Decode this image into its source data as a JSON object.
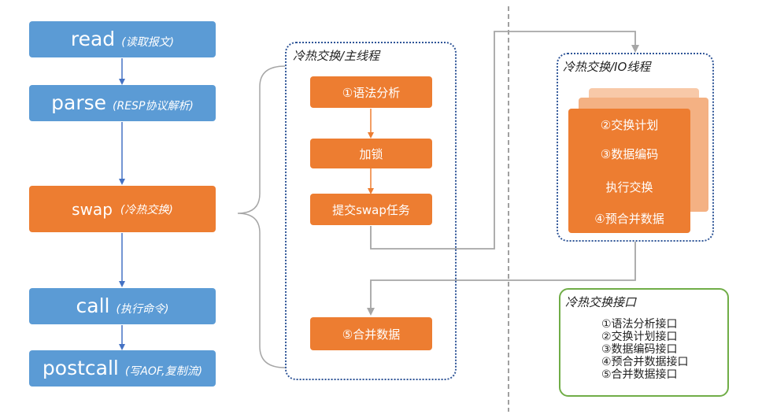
{
  "pipeline": {
    "read": {
      "label": "read",
      "sub": "(读取报文)"
    },
    "parse": {
      "label": "parse",
      "sub": "(RESP协议解析)"
    },
    "swap": {
      "label": "swap",
      "sub": "(冷热交换)"
    },
    "call": {
      "label": "call",
      "sub": "(执行命令)"
    },
    "postcall": {
      "label": "postcall",
      "sub": "(写AOF,复制流)"
    }
  },
  "main_thread": {
    "title": "冷热交换/主线程",
    "steps": [
      "①语法分析",
      "加锁",
      "提交swap任务",
      "⑤合并数据"
    ]
  },
  "io_thread": {
    "title": "冷热交换/IO线程",
    "steps": [
      "②交换计划",
      "③数据编码",
      "执行交换",
      "④预合并数据"
    ]
  },
  "interface": {
    "title": "冷热交换接口",
    "items": [
      "①语法分析接口",
      "②交换计划接口",
      "③数据编码接口",
      "④预合并数据接口",
      "⑤合并数据接口"
    ]
  },
  "colors": {
    "blue": "#5b9bd5",
    "orange": "#ed7d31",
    "light_orange": "#f8c9a8",
    "dotted_border": "#2f5597",
    "green_border": "#70ad47",
    "arrow_gray": "#a6a6a6"
  }
}
